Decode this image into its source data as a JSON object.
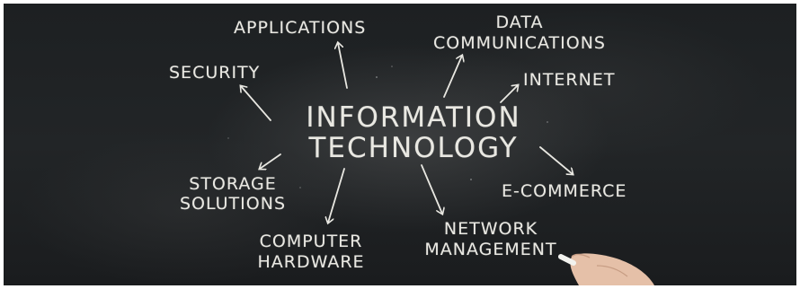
{
  "center": {
    "line1": "INFORMATION",
    "line2": "TECHNOLOGY"
  },
  "topics": {
    "applications": "APPLICATIONS",
    "data_line1": "DATA",
    "data_line2": "COMMUNICATIONS",
    "security": "SECURITY",
    "internet": "INTERNET",
    "storage_line1": "STORAGE",
    "storage_line2": "SOLUTIONS",
    "ecommerce": "E-COMMERCE",
    "computer_line1": "COMPUTER",
    "computer_line2": "HARDWARE",
    "network_line1": "NETWORK",
    "network_line2": "MANAGEMENT"
  },
  "colors": {
    "chalkboard": "#202325",
    "chalk": "#e9e8e2"
  }
}
